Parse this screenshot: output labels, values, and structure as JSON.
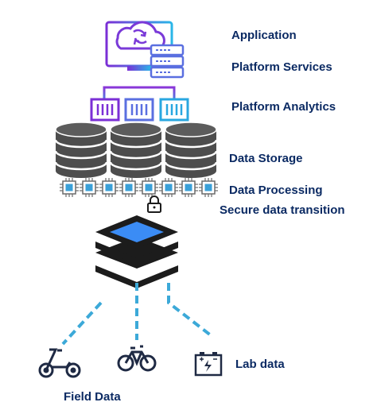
{
  "layers": {
    "application": "Application",
    "platform_services": "Platform Services",
    "platform_analytics": "Platform Analytics",
    "data_storage": "Data Storage",
    "data_processing": "Data Processing",
    "secure_transition": "Secure data transition"
  },
  "sources": {
    "lab_data": "Lab data",
    "field_data": "Field Data"
  },
  "colors": {
    "label_text": "#0b2a63",
    "gradient_start": "#7b2fd6",
    "gradient_end": "#29b6e8",
    "database": "#4d4d4d",
    "chip_fill": "#3aa0d8",
    "stack_dark": "#1c1c1c",
    "stack_top": "#3b8cf5",
    "dashed_link": "#3ca9d8",
    "vehicle_icon": "#1f2a44"
  },
  "icons": [
    "cloud-sync-icon",
    "server-rack-icon",
    "chip-icon",
    "database-icon",
    "lock-icon",
    "layer-stack-icon",
    "scooter-icon",
    "bicycle-icon",
    "battery-icon"
  ]
}
